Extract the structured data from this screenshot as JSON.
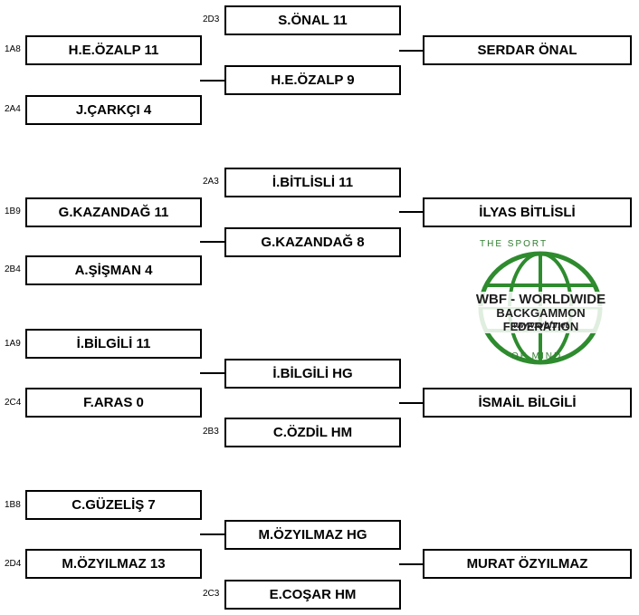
{
  "bracket": [
    {
      "left_top": {
        "seed": "1A8",
        "label": "H.E.ÖZALP  11"
      },
      "left_bottom": {
        "seed": "2A4",
        "label": "J.ÇARKÇI  4"
      },
      "mid_top": {
        "seed": "2D3",
        "label": "S.ÖNAL  11"
      },
      "mid_bottom": {
        "seed": "",
        "label": "H.E.ÖZALP  9"
      },
      "winner": "SERDAR ÖNAL"
    },
    {
      "left_top": {
        "seed": "1B9",
        "label": "G.KAZANDAĞ  11"
      },
      "left_bottom": {
        "seed": "2B4",
        "label": "A.ŞİŞMAN  4"
      },
      "mid_top": {
        "seed": "2A3",
        "label": "İ.BİTLİSLİ  11"
      },
      "mid_bottom": {
        "seed": "",
        "label": "G.KAZANDAĞ  8"
      },
      "winner": "İLYAS BİTLİSLİ"
    },
    {
      "left_top": {
        "seed": "1A9",
        "label": "İ.BİLGİLİ  11"
      },
      "left_bottom": {
        "seed": "2C4",
        "label": "F.ARAS  0"
      },
      "mid_top": {
        "seed": "",
        "label": "İ.BİLGİLİ  HG"
      },
      "mid_bottom": {
        "seed": "2B3",
        "label": "C.ÖZDİL  HM"
      },
      "winner": "İSMAİL BİLGİLİ"
    },
    {
      "left_top": {
        "seed": "1B8",
        "label": "C.GÜZELİŞ  7"
      },
      "left_bottom": {
        "seed": "2D4",
        "label": "M.ÖZYILMAZ  13"
      },
      "mid_top": {
        "seed": "",
        "label": "M.ÖZYILMAZ  HG"
      },
      "mid_bottom": {
        "seed": "2C3",
        "label": "E.COŞAR  HM"
      },
      "winner": "MURAT ÖZYILMAZ"
    }
  ],
  "logo": {
    "top_text": "THE SPORT",
    "line1": "WBF - WORLDWIDE",
    "line2": "BACKGAMMON FEDERATION",
    "url": "www.wbf.net",
    "bottom_text": "OF MIND",
    "colors": {
      "green": "#2e8b2e",
      "dark": "#1a1a1a"
    }
  }
}
